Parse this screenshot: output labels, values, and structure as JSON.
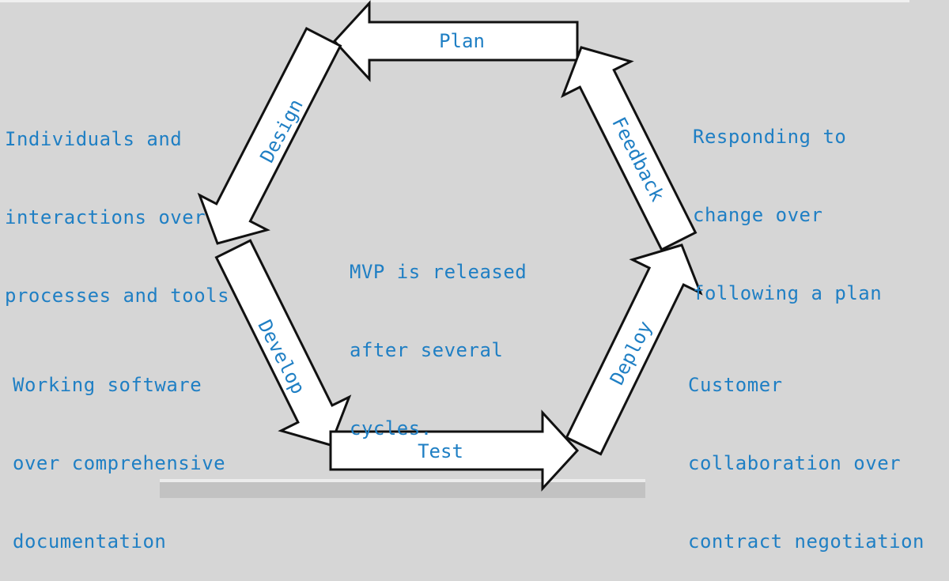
{
  "stages": [
    {
      "id": "plan",
      "label": "Plan"
    },
    {
      "id": "design",
      "label": "Design"
    },
    {
      "id": "develop",
      "label": "Develop"
    },
    {
      "id": "test",
      "label": "Test"
    },
    {
      "id": "deploy",
      "label": "Deploy"
    },
    {
      "id": "feedback",
      "label": "Feedback"
    }
  ],
  "center_text": [
    "MVP is released",
    "after several",
    "cycles."
  ],
  "values": {
    "top_left": [
      "Individuals and",
      "interactions over",
      "processes and tools"
    ],
    "bottom_left": [
      "Working software",
      "over comprehensive",
      "documentation"
    ],
    "top_right": [
      "Responding to",
      "change over",
      "following a plan"
    ],
    "bottom_right": [
      "Customer",
      "collaboration over",
      "contract negotiation"
    ]
  },
  "colors": {
    "text": "#1f7fc4",
    "background": "#d6d6d6",
    "arrow_fill": "#ffffff",
    "arrow_stroke": "#111111"
  }
}
